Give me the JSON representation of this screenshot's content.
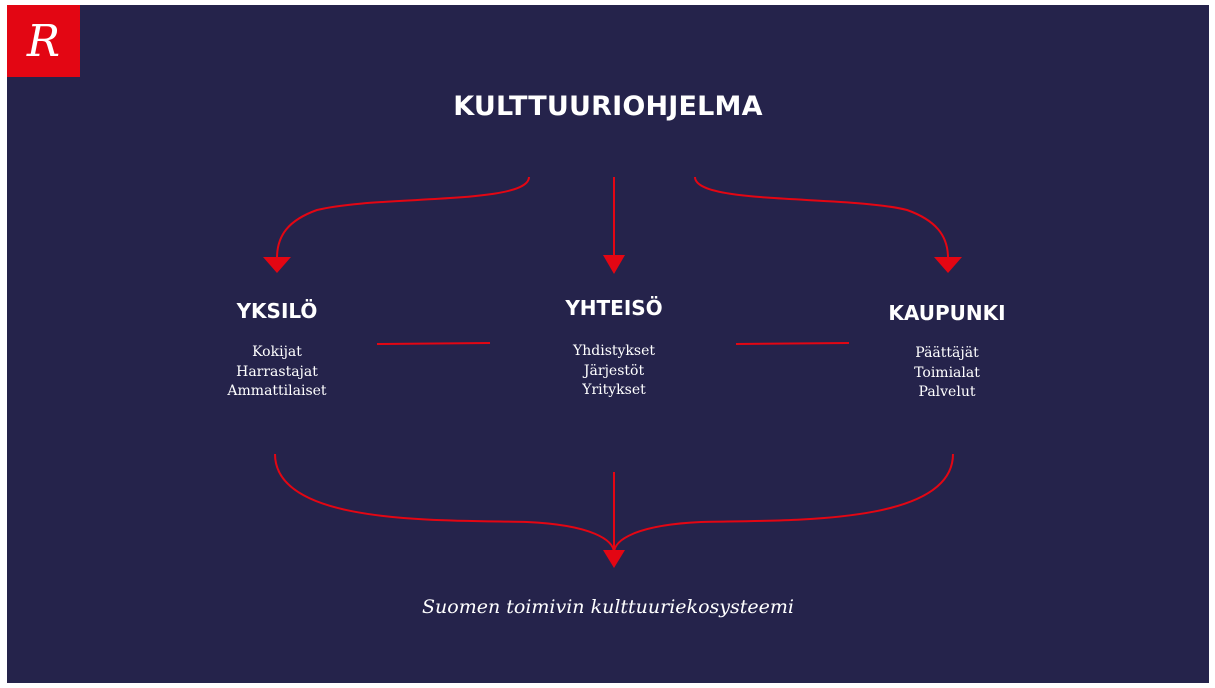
{
  "logo": {
    "glyph": "R",
    "background": "#e30613"
  },
  "title": "KULTTUURIOHJELMA",
  "columns": [
    {
      "title": "YKSILÖ",
      "items": [
        "Kokijat",
        "Harrastajat",
        "Ammattilaiset"
      ]
    },
    {
      "title": "YHTEISÖ",
      "items": [
        "Yhdistykset",
        "Järjestöt",
        "Yritykset"
      ]
    },
    {
      "title": "KAUPUNKI",
      "items": [
        "Päättäjät",
        "Toimialat",
        "Palvelut"
      ]
    }
  ],
  "footer": "Suomen toimivin kulttuuriekosysteemi",
  "colors": {
    "background": "#25234b",
    "accent": "#e30613",
    "text": "#ffffff"
  }
}
